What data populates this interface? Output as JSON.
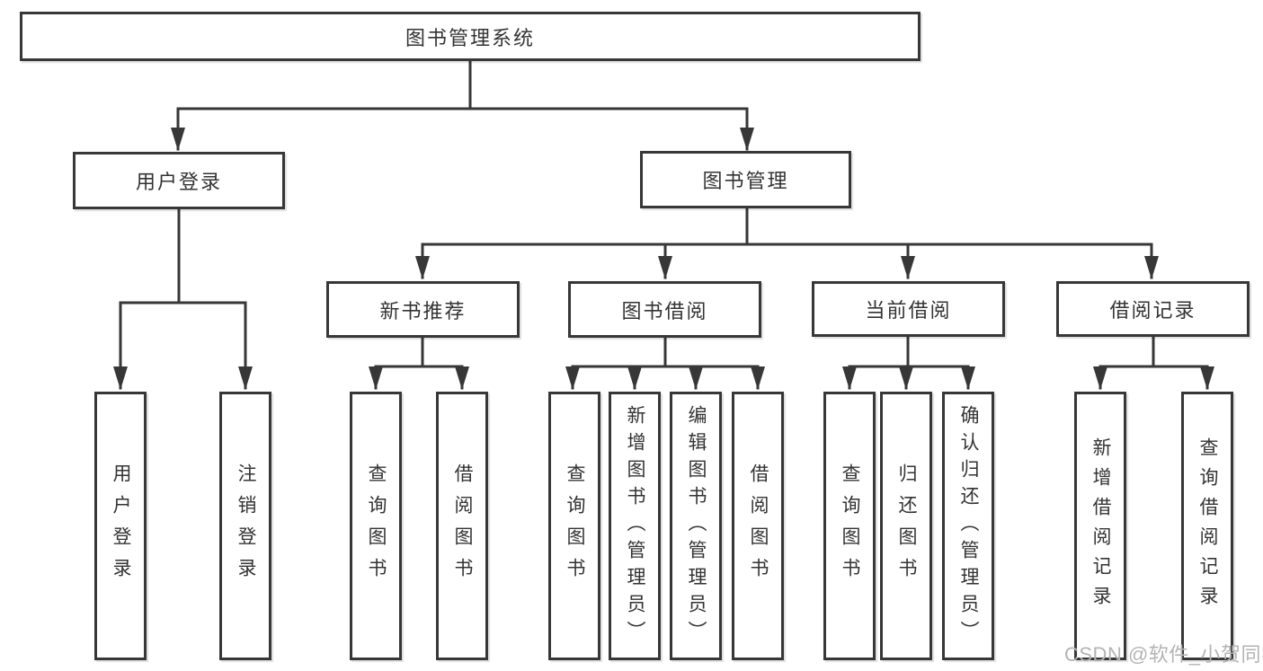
{
  "tree": {
    "label": "图书管理系统",
    "children": [
      {
        "label": "用户登录",
        "children": [
          {
            "label": "用户登录"
          },
          {
            "label": "注销登录"
          }
        ]
      },
      {
        "label": "图书管理",
        "children": [
          {
            "label": "新书推荐",
            "children": [
              {
                "label": "查询图书"
              },
              {
                "label": "借阅图书"
              }
            ]
          },
          {
            "label": "图书借阅",
            "children": [
              {
                "label": "查询图书"
              },
              {
                "label": "新增图书（管理员）"
              },
              {
                "label": "编辑图书（管理员）"
              },
              {
                "label": "借阅图书"
              }
            ]
          },
          {
            "label": "当前借阅",
            "children": [
              {
                "label": "查询图书"
              },
              {
                "label": "归还图书"
              },
              {
                "label": "确认归还（管理员）"
              }
            ]
          },
          {
            "label": "借阅记录",
            "children": [
              {
                "label": "新增借阅记录"
              },
              {
                "label": "查询借阅记录"
              }
            ]
          }
        ]
      }
    ]
  },
  "watermark": {
    "text": "CSDN @软件_小贺同学"
  },
  "colors": {
    "line": "#373737",
    "box_border": "#373737",
    "text": "#333333",
    "watermark": "#b4b4b4",
    "background": "#ffffff"
  }
}
